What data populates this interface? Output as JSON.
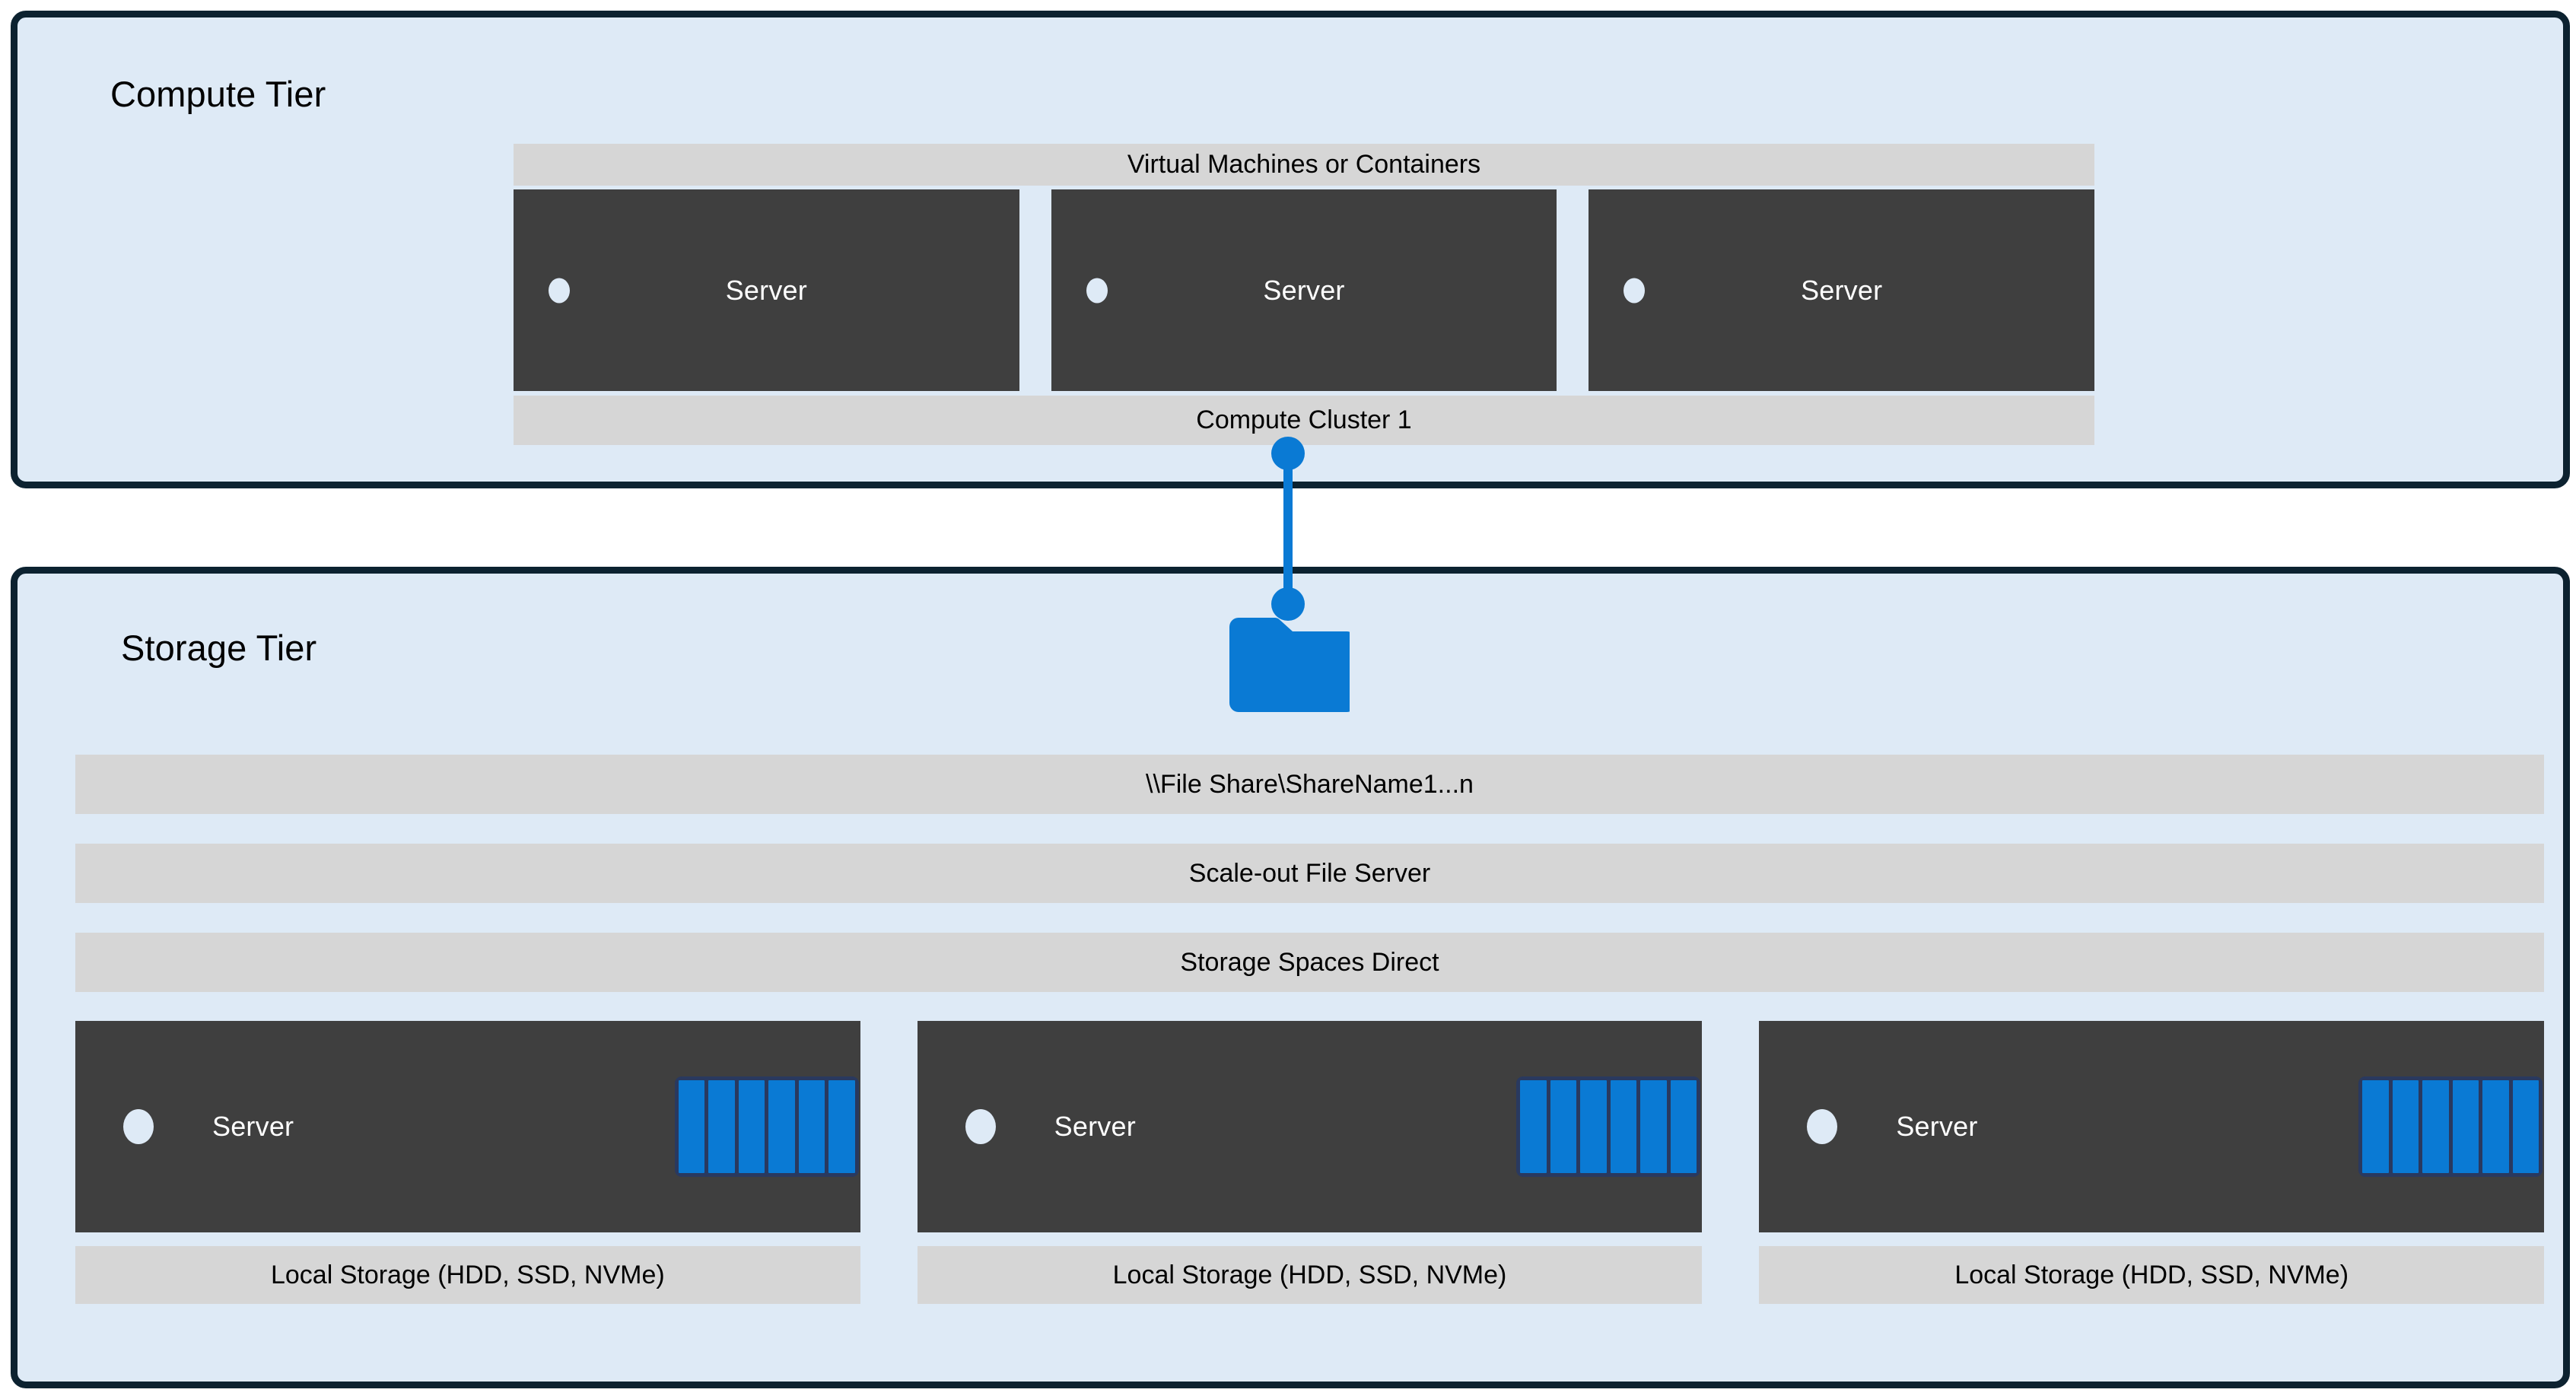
{
  "colors": {
    "tier_background": "#DEEAF6",
    "tier_border": "#0C2230",
    "bar_background": "#D6D6D6",
    "server_body": "#3F3F3F",
    "accent_blue": "#0A7AD4",
    "disk_bay_frame": "#29395F",
    "led": "#DEEAF6",
    "text_dark": "#000000",
    "text_light": "#FFFFFF"
  },
  "compute_tier": {
    "title": "Compute Tier",
    "workload_bar": "Virtual Machines or Containers",
    "cluster_bar": "Compute Cluster 1",
    "servers": [
      {
        "label": "Server",
        "led": "status-led"
      },
      {
        "label": "Server",
        "led": "status-led"
      },
      {
        "label": "Server",
        "led": "status-led"
      }
    ]
  },
  "connector": {
    "icon": "connector-line",
    "endpoint_top": "connector-dot",
    "endpoint_bottom": "connector-dot",
    "color": "#0A7AD4"
  },
  "folder": {
    "icon": "folder-icon",
    "color": "#0A7AD4"
  },
  "storage_tier": {
    "title": "Storage Tier",
    "layer_bars": [
      "\\\\File Share\\ShareName1...n",
      "Scale-out File Server",
      "Storage Spaces Direct"
    ],
    "groups": [
      {
        "server_label": "Server",
        "led": "status-led",
        "disk_count": 6,
        "caption": "Local Storage (HDD, SSD, NVMe)"
      },
      {
        "server_label": "Server",
        "led": "status-led",
        "disk_count": 6,
        "caption": "Local Storage (HDD, SSD, NVMe)"
      },
      {
        "server_label": "Server",
        "led": "status-led",
        "disk_count": 6,
        "caption": "Local Storage (HDD, SSD, NVMe)"
      }
    ]
  }
}
